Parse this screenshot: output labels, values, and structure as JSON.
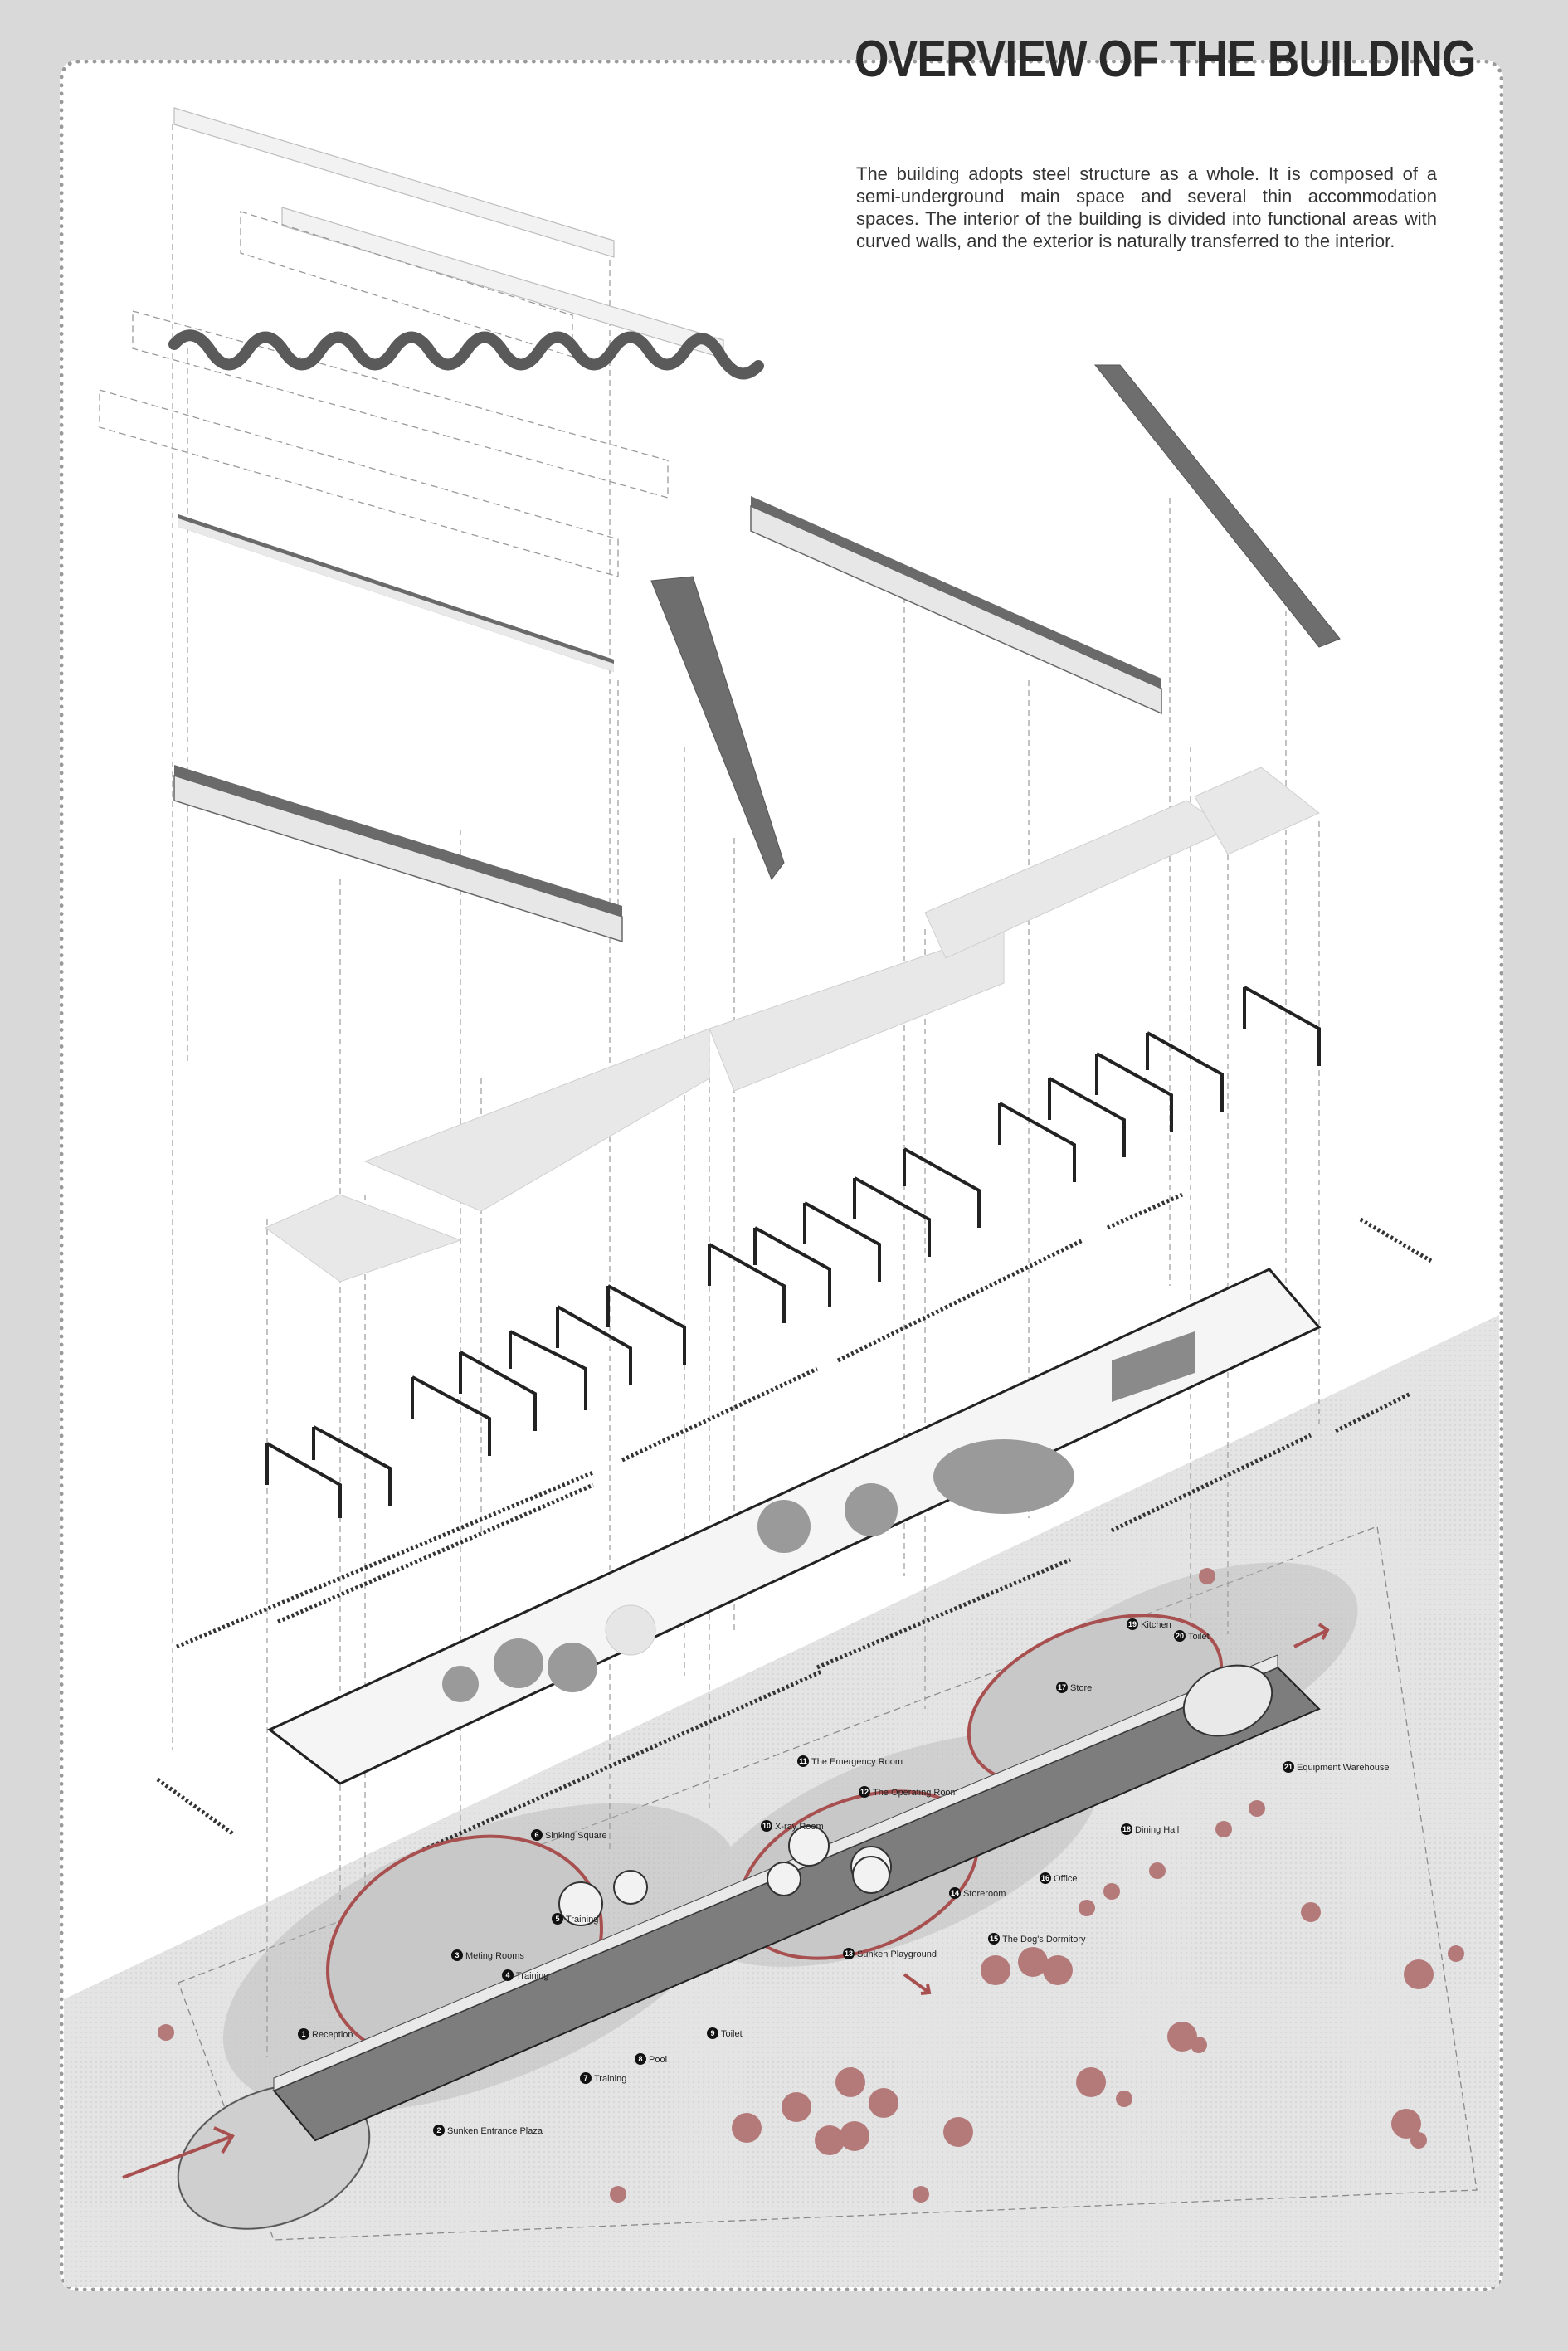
{
  "header": {
    "title": "OVERVIEW OF THE BUILDING",
    "description": "The building adopts steel structure as a whole. It is composed of a semi-underground main space and several thin accommodation spaces. The interior of the building is divided into functional areas with curved walls, and the exterior is naturally transferred to the interior."
  },
  "colors": {
    "background": "#d9d9d9",
    "sheet": "#ffffff",
    "ground": "#e6e6e6",
    "accent": "#a85050",
    "tree": "#b47a7a",
    "volume": "#7a7a7a"
  },
  "labels": [
    {
      "n": "1",
      "text": "Reception"
    },
    {
      "n": "2",
      "text": "Sunken Entrance Plaza"
    },
    {
      "n": "3",
      "text": "Meting Rooms"
    },
    {
      "n": "4",
      "text": "Training"
    },
    {
      "n": "5",
      "text": "Training"
    },
    {
      "n": "6",
      "text": "Sinking Square"
    },
    {
      "n": "7",
      "text": "Training"
    },
    {
      "n": "8",
      "text": "Pool"
    },
    {
      "n": "9",
      "text": "Toilet"
    },
    {
      "n": "10",
      "text": "X-ray Room"
    },
    {
      "n": "11",
      "text": "The Emergency Room"
    },
    {
      "n": "12",
      "text": "The Operating Room"
    },
    {
      "n": "13",
      "text": "Sunken Playground"
    },
    {
      "n": "14",
      "text": "Storeroom"
    },
    {
      "n": "15",
      "text": "The Dog's Dormitory"
    },
    {
      "n": "16",
      "text": "Office"
    },
    {
      "n": "17",
      "text": "Store"
    },
    {
      "n": "18",
      "text": "Dining Hall"
    },
    {
      "n": "19",
      "text": "Kitchen"
    },
    {
      "n": "20",
      "text": "Toilet"
    },
    {
      "n": "21",
      "text": "Equipment Warehouse"
    }
  ]
}
